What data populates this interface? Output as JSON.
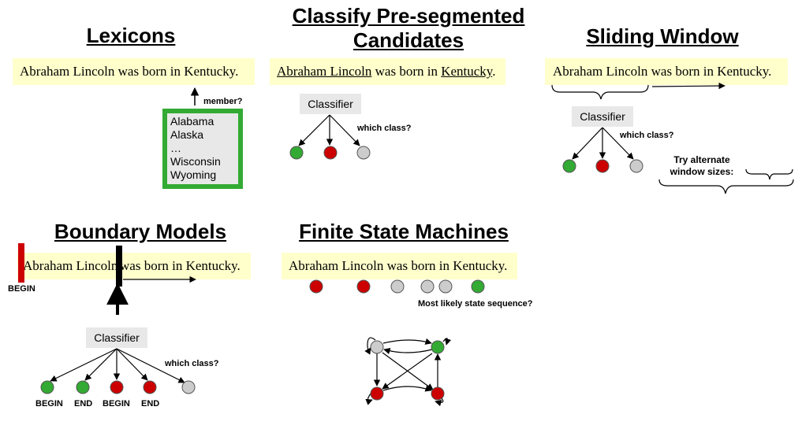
{
  "titles": {
    "lexicons": "Lexicons",
    "classify_line1": "Classify Pre-segmented",
    "classify_line2": "Candidates",
    "sliding": "Sliding Window",
    "boundary": "Boundary Models",
    "fsm": "Finite State Machines"
  },
  "sentence": {
    "full": "Abraham Lincoln was born in Kentucky.",
    "seg1": "Abraham Lincoln",
    "seg2": " was born in ",
    "seg3": "Kentucky",
    "seg4": ".",
    "boundary_a": "Abraham Lincoln",
    "boundary_b": "was born in Kentucky."
  },
  "lexicon": {
    "member_label": "member?",
    "items": [
      "Alabama",
      "Alaska",
      "…",
      "Wisconsin",
      "Wyoming"
    ]
  },
  "classifier_label": "Classifier",
  "which_class": "which class?",
  "sliding": {
    "try_line1": "Try alternate",
    "try_line2": "window sizes:"
  },
  "boundary": {
    "begin_marker": "BEGIN",
    "node_labels": [
      "BEGIN",
      "END",
      "BEGIN",
      "END"
    ]
  },
  "fsm": {
    "most_likely": "Most likely state sequence?"
  },
  "colors": {
    "green": "#33aa33",
    "red": "#cc0000",
    "grey": "#cccccc",
    "highlight": "#ffffcc",
    "classifier_bg": "#e8e8e8"
  }
}
